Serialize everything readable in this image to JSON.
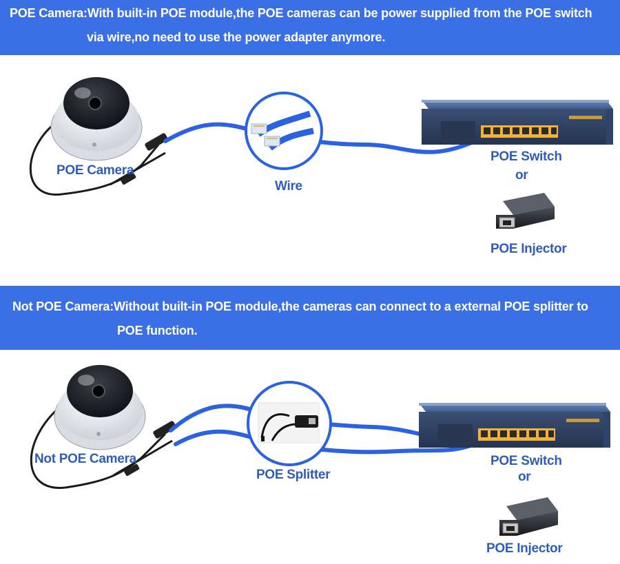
{
  "banners": {
    "poe": {
      "line1": "POE Camera:With built-in POE module,the POE cameras can be power supplied from the POE switch",
      "line2": "via wire,no need to use the power adapter anymore."
    },
    "not_poe": {
      "line1": "Not POE Camera:Without built-in POE module,the cameras can connect to a external POE splitter to",
      "line2": "POE function."
    }
  },
  "diagram_top": {
    "camera_label": "POE Camera",
    "connector_label": "Wire",
    "switch_label": "POE Switch",
    "or_label": "or",
    "injector_label": "POE Injector"
  },
  "diagram_bottom": {
    "camera_label": "Not POE Camera",
    "connector_label": "POE Splitter",
    "switch_label": "POE Switch",
    "or_label": "or",
    "injector_label": "POE Injector"
  },
  "colors": {
    "banner": "#3b6fe6",
    "label": "#2f5db8",
    "cable": "#2a62e0",
    "circle": "#2a62e0",
    "switch_body": "#4a6a9c",
    "switch_ports": "#f2b23a"
  }
}
